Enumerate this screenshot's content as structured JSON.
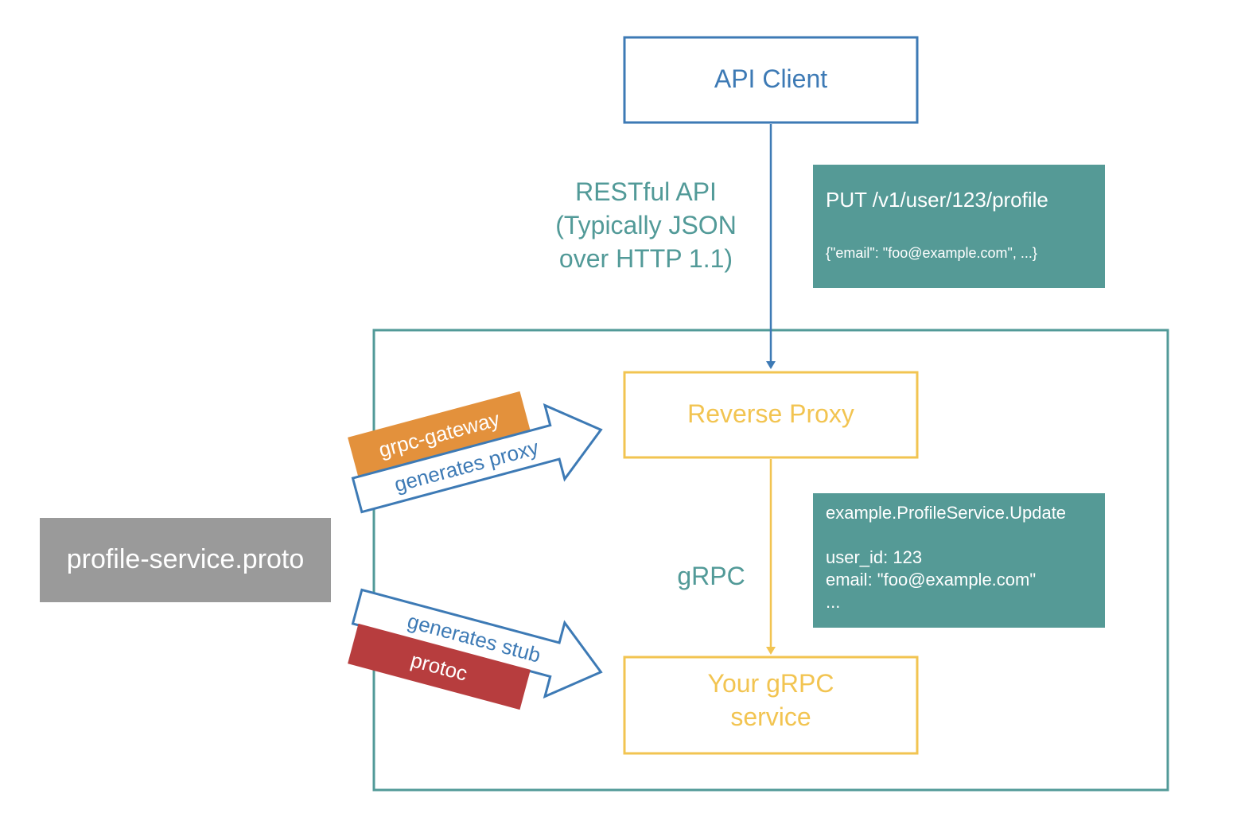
{
  "colors": {
    "blue": "#3d7ab5",
    "teal": "#529a98",
    "teal_fill": "#559a96",
    "yellow": "#f2c451",
    "orange": "#e3913c",
    "red": "#b73d3e",
    "gray_fill": "#9a9a9a",
    "white": "#ffffff"
  },
  "api_client": {
    "label": "API Client"
  },
  "rest_label": {
    "lines": [
      "RESTful API",
      "(Typically JSON",
      "over HTTP 1.1)"
    ]
  },
  "rest_request": {
    "line1": "PUT /v1/user/123/profile",
    "line2": "{\"email\": \"foo@example.com\", ...}"
  },
  "reverse_proxy": {
    "label": "Reverse Proxy"
  },
  "grpc_label": {
    "text": "gRPC"
  },
  "grpc_request": {
    "lines": [
      "example.ProfileService.Update",
      "",
      "user_id: 123",
      "email: \"foo@example.com\"",
      "..."
    ]
  },
  "grpc_service": {
    "lines": [
      "Your gRPC",
      "service"
    ]
  },
  "proto_file": {
    "label": "profile-service.proto"
  },
  "gateway_arrow": {
    "tag": "grpc-gateway",
    "label": "generates proxy"
  },
  "stub_arrow": {
    "tag": "protoc",
    "label": "generates stub"
  }
}
